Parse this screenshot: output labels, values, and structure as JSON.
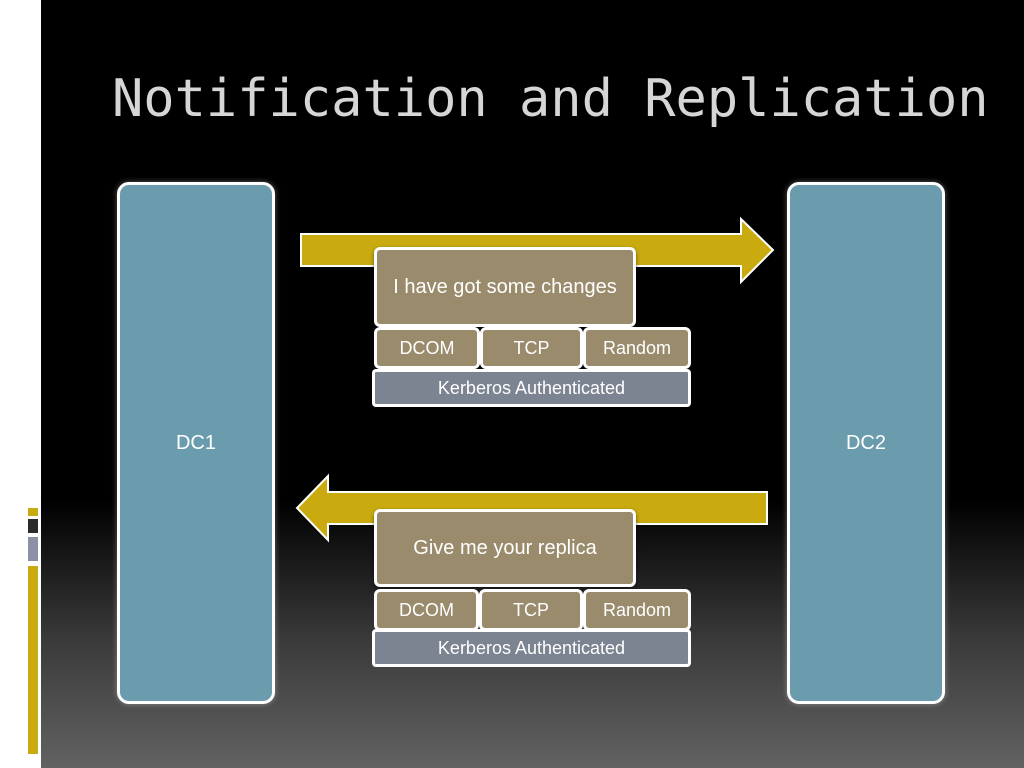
{
  "slide": {
    "title": "Notification and Replication",
    "colors": {
      "accent": "#c9ab10",
      "dc_box": "#6b9cae",
      "message_box": "#9a8b6c",
      "auth_bar": "#7c8391"
    }
  },
  "diagram": {
    "dc1_label": "DC1",
    "dc2_label": "DC2",
    "notification": {
      "direction": "DC1 to DC2",
      "message": "I have got some changes",
      "protocols": [
        "DCOM",
        "TCP",
        "Random"
      ],
      "auth": "Kerberos Authenticated"
    },
    "replication": {
      "direction": "DC2 to DC1",
      "message": "Give me your replica",
      "protocols": [
        "DCOM",
        "TCP",
        "Random"
      ],
      "auth": "Kerberos Authenticated"
    }
  }
}
